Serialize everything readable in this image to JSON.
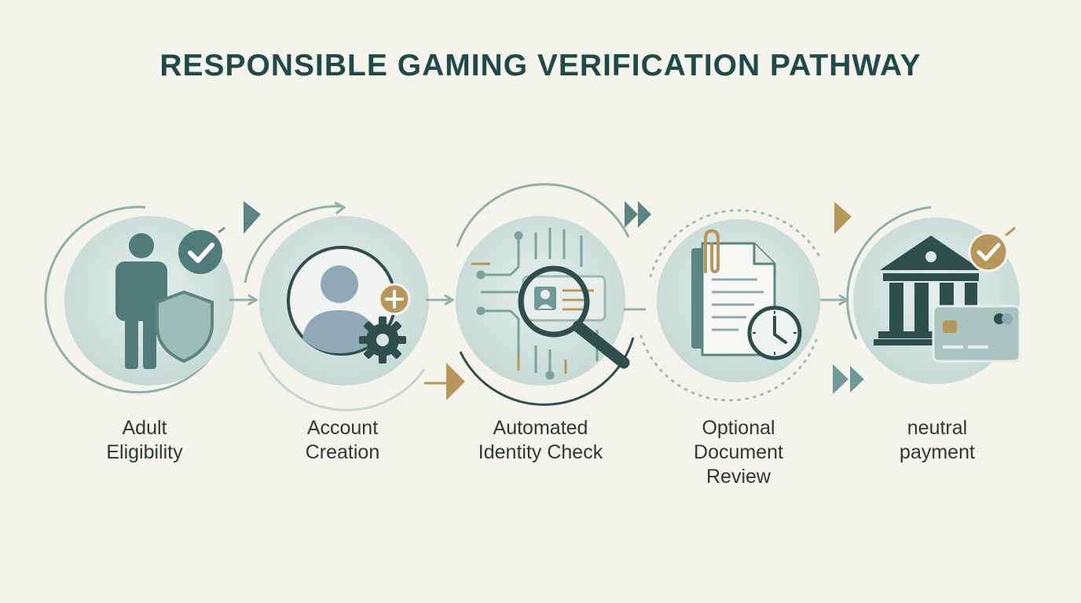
{
  "title": "RESPONSIBLE GAMING VERIFICATION PATHWAY",
  "colors": {
    "teal_dark": "#3f6e6b",
    "teal_mid": "#6f9a96",
    "teal_light": "#c9dcd7",
    "gold": "#b8975a",
    "background": "#f4f3ec"
  },
  "steps": [
    {
      "label_lines": [
        "Adult",
        "Eligibility"
      ],
      "icons": [
        "person-icon",
        "shield-icon",
        "checkmark-badge-icon"
      ]
    },
    {
      "label_lines": [
        "Account",
        "Creation"
      ],
      "icons": [
        "user-profile-icon",
        "plus-badge-icon",
        "gear-icon"
      ]
    },
    {
      "label_lines": [
        "Automated",
        "Identity Check"
      ],
      "icons": [
        "circuit-icon",
        "magnifier-icon",
        "id-card-icon"
      ]
    },
    {
      "label_lines": [
        "Optional",
        "Document",
        "Review"
      ],
      "icons": [
        "document-icon",
        "paperclip-icon",
        "clock-icon"
      ]
    },
    {
      "label_lines": [
        "neutral",
        "payment"
      ],
      "icons": [
        "bank-icon",
        "credit-card-icon",
        "checkmark-badge-icon"
      ]
    }
  ]
}
